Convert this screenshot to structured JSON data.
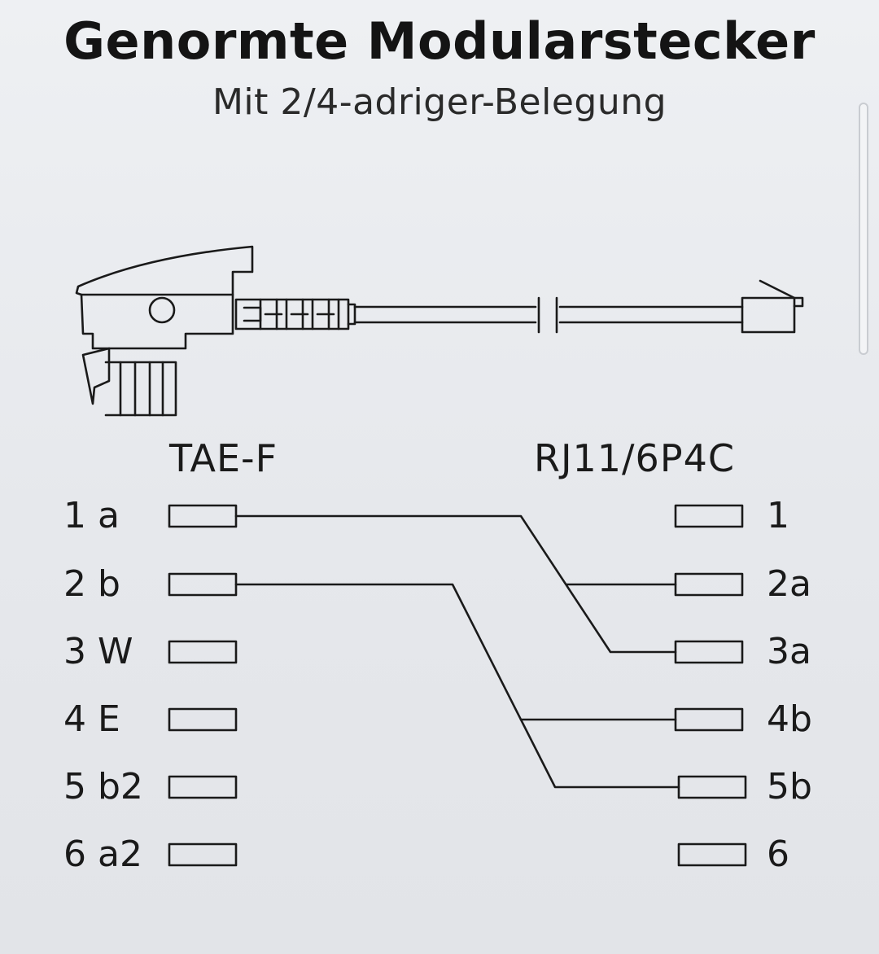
{
  "title": "Genormte Modularstecker",
  "subtitle": "Mit 2/4-adriger-Belegung",
  "connectors": {
    "left": {
      "name": "TAE-F",
      "pins": [
        "1 a",
        "2 b",
        "3 W",
        "4 E",
        "5 b2",
        "6 a2"
      ]
    },
    "right": {
      "name": "RJ11/6P4C",
      "pins": [
        "1",
        "2a",
        "3a",
        "4b",
        "5b",
        "6"
      ]
    }
  },
  "wiring": [
    {
      "from": "1 a",
      "to": [
        "3a",
        "2a"
      ]
    },
    {
      "from": "2 b",
      "to": [
        "5b",
        "4b"
      ]
    }
  ],
  "colors": {
    "line": "#1a1a1a",
    "background": "#e8eaee"
  }
}
